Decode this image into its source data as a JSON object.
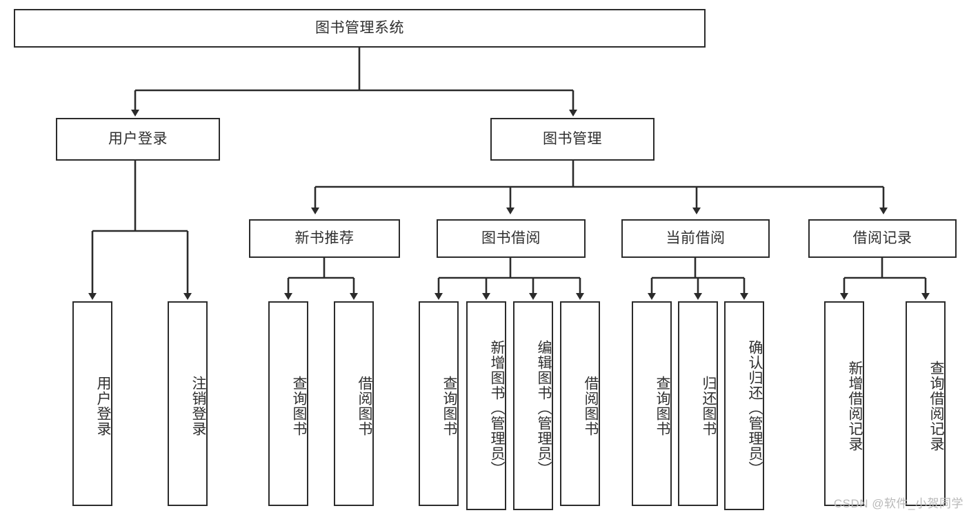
{
  "diagram": {
    "title": "图书管理系统",
    "type": "tree",
    "watermark": "CSDN @软件_小贺同学",
    "colors": {
      "stroke": "#2b2b2b",
      "text": "#2f2f2f",
      "background": "#ffffff",
      "watermark": "#b9b9b9"
    },
    "root": {
      "label": "图书管理系统"
    },
    "level1": [
      {
        "label": "用户登录"
      },
      {
        "label": "图书管理"
      }
    ],
    "level2": [
      {
        "label": "新书推荐"
      },
      {
        "label": "图书借阅"
      },
      {
        "label": "当前借阅"
      },
      {
        "label": "借阅记录"
      }
    ],
    "leaves": {
      "user_login": [
        {
          "label": "用户登录"
        },
        {
          "label": "注销登录"
        }
      ],
      "new_book_recommend": [
        {
          "label": "查询图书"
        },
        {
          "label": "借阅图书"
        }
      ],
      "book_borrow": [
        {
          "label": "查询图书"
        },
        {
          "label": "新增图书（管理员）"
        },
        {
          "label": "编辑图书（管理员）"
        },
        {
          "label": "借阅图书"
        }
      ],
      "current_borrow": [
        {
          "label": "查询图书"
        },
        {
          "label": "归还图书"
        },
        {
          "label": "确认归还（管理员）"
        }
      ],
      "borrow_record": [
        {
          "label": "新增借阅记录"
        },
        {
          "label": "查询借阅记录"
        }
      ]
    }
  }
}
